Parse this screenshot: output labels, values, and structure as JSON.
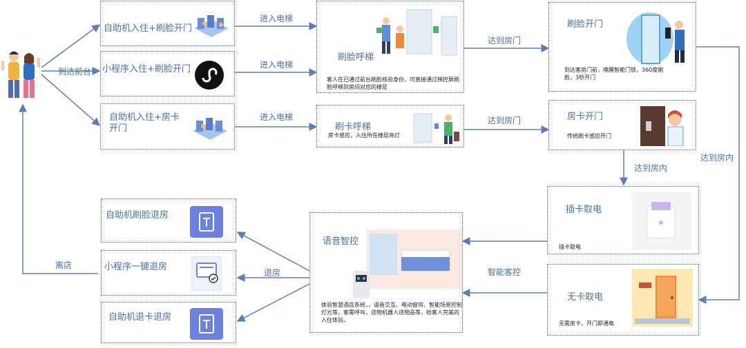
{
  "guest_label": "到达前台",
  "checkin": {
    "kiosk_face": "自助机入住+刷脸开门",
    "mini_face": "小程序入住+刷脸开门",
    "kiosk_card": "自助机入住+房卡开门"
  },
  "edges": {
    "elevator1": "进入电梯",
    "elevator2": "进入电梯",
    "elevator3": "进入电梯",
    "door1": "达到房门",
    "door2": "达到房门",
    "room1": "达到房内",
    "room2": "达到房内",
    "smart_control": "智能客控",
    "checkout": "退房",
    "leave": "离店"
  },
  "face_elevator": {
    "title": "刷脸呼梯",
    "desc": "客人在已通过前台刷脸核验身份，可直接通过梯控屏刷脸呼梯到房间对应的楼层"
  },
  "card_elevator": {
    "title": "刷卡呼梯",
    "desc": "房卡感应，入住所在楼层亮灯"
  },
  "face_door": {
    "title": "刷脸开门",
    "desc": "到达客房门前，唤醒智能门锁，360度刷脸，3秒开门"
  },
  "card_door": {
    "title": "房卡开门",
    "desc": "传统刷卡感应开门"
  },
  "card_power": {
    "title": "插卡取电",
    "desc": "插卡取电"
  },
  "cardless_power": {
    "title": "无卡取电",
    "desc": "无需房卡，开门即通电"
  },
  "voice": {
    "title": "语音智控",
    "desc": "体验智慧酒店系统，，语音交互、电动窗帘、智能场景控制灯光等，客需呼叫，送物机器人送物品等，给客人完美的入住体验。"
  },
  "checkout_options": {
    "kiosk_face": "自助机刷脸退房",
    "mini_one": "小程序一键退房",
    "kiosk_card": "自助机退卡退房"
  },
  "colors": {
    "border": "#3a5f9c",
    "title": "#4a6fa5",
    "arrow": "#5b7fb5"
  }
}
